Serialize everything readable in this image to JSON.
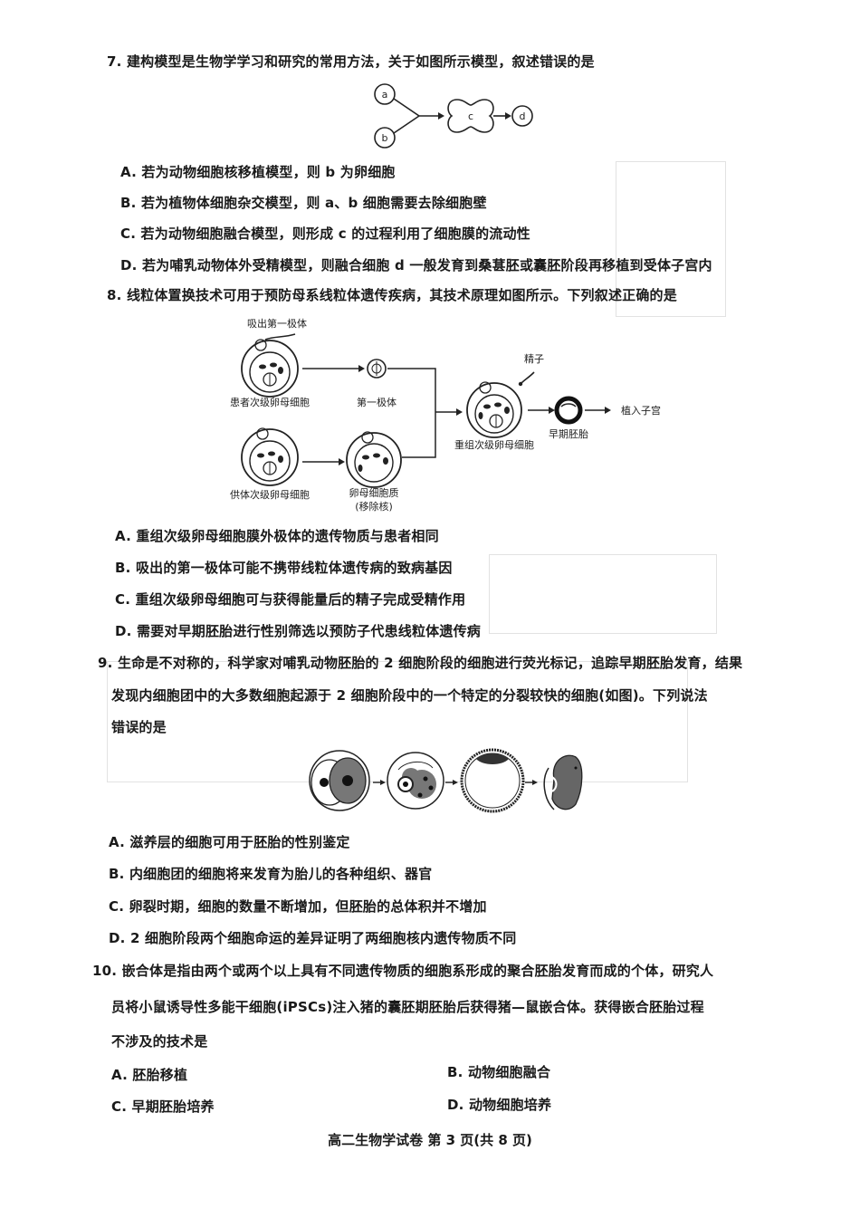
{
  "q7": {
    "stem": "7. 建构模型是生物学学习和研究的常用方法，关于如图所示模型，叙述错误的是",
    "figure": {
      "nodes": [
        "a",
        "b",
        "c",
        "d"
      ]
    },
    "options": [
      "A. 若为动物细胞核移植模型，则 b 为卵细胞",
      "B. 若为植物体细胞杂交模型，则 a、b 细胞需要去除细胞壁",
      "C. 若为动物细胞融合模型，则形成 c 的过程利用了细胞膜的流动性",
      "D. 若为哺乳动物体外受精模型，则融合细胞 d 一般发育到桑葚胚或囊胚阶段再移植到受体子宫内"
    ]
  },
  "q8": {
    "stem": "8. 线粒体置换技术可用于预防母系线粒体遗传疾病，其技术原理如图所示。下列叙述正确的是",
    "figure": {
      "label_aspirate": "吸出第一极体",
      "label_patient": "患者次级卵母细胞",
      "label_polar": "第一极体",
      "label_donor": "供体次级卵母细胞",
      "label_cytoplasm_1": "卵母细胞质",
      "label_cytoplasm_2": "(移除核)",
      "label_recombined": "重组次级卵母细胞",
      "label_sperm": "精子",
      "label_embryo": "早期胚胎",
      "label_implant": "植入子宫"
    },
    "options": [
      "A. 重组次级卵母细胞膜外极体的遗传物质与患者相同",
      "B. 吸出的第一极体可能不携带线粒体遗传病的致病基因",
      "C. 重组次级卵母细胞可与获得能量后的精子完成受精作用",
      "D. 需要对早期胚胎进行性别筛选以预防子代患线粒体遗传病"
    ]
  },
  "q9": {
    "stem_1": "9. 生命是不对称的，科学家对哺乳动物胚胎的 2 细胞阶段的细胞进行荧光标记，追踪早期胚胎发育，结果",
    "stem_2": "发现内细胞团中的大多数细胞起源于 2 细胞阶段中的一个特定的分裂较快的细胞(如图)。下列说法",
    "stem_3": "错误的是",
    "options": [
      "A. 滋养层的细胞可用于胚胎的性别鉴定",
      "B. 内细胞团的细胞将来发育为胎儿的各种组织、器官",
      "C. 卵裂时期，细胞的数量不断增加，但胚胎的总体积并不增加",
      "D. 2 细胞阶段两个细胞命运的差异证明了两细胞核内遗传物质不同"
    ]
  },
  "q10": {
    "stem_1": "10. 嵌合体是指由两个或两个以上具有不同遗传物质的细胞系形成的聚合胚胎发育而成的个体，研究人",
    "stem_2": "员将小鼠诱导性多能干细胞(iPSCs)注入猪的囊胚期胚胎后获得猪—鼠嵌合体。获得嵌合胚胎过程",
    "stem_3": "不涉及的技术是",
    "options": [
      "A. 胚胎移植",
      "B. 动物细胞融合",
      "C. 早期胚胎培养",
      "D. 动物细胞培养"
    ]
  },
  "footer": "高二生物学试卷   第 3 页(共 8 页)"
}
